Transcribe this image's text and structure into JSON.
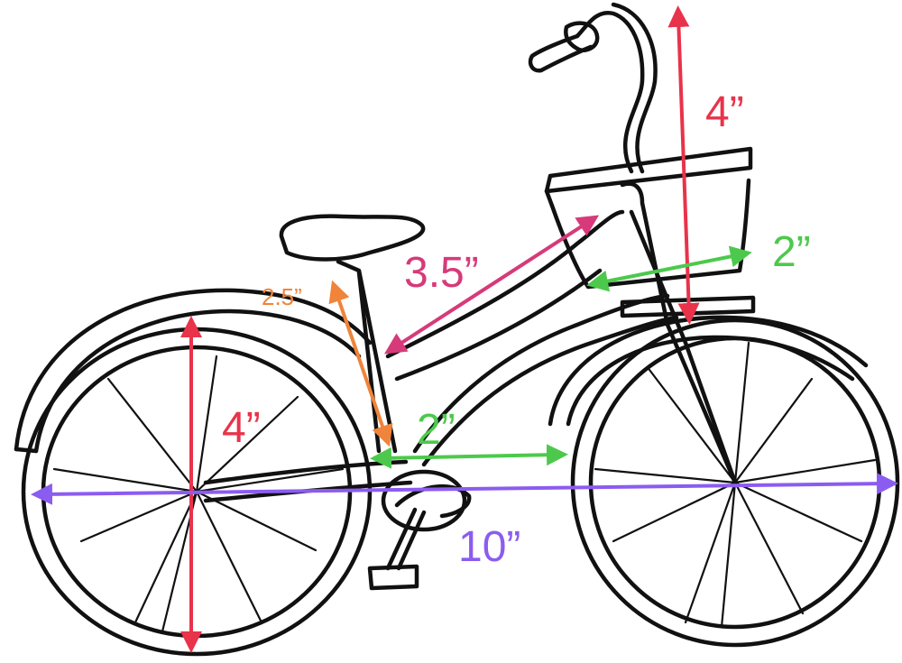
{
  "measurements": {
    "wheel_height": {
      "label": "4”",
      "color": "#e8334a"
    },
    "fork_height": {
      "label": "4”",
      "color": "#e8334a"
    },
    "top_tube": {
      "label": "3.5”",
      "color": "#d63a7a"
    },
    "seat_post": {
      "label": "2.5”",
      "color": "#f0843a"
    },
    "basket_width": {
      "label": "2”",
      "color": "#4cc94c"
    },
    "bottom_gap": {
      "label": "2”",
      "color": "#4cc94c"
    },
    "total_length": {
      "label": "10”",
      "color": "#8b5cf0"
    }
  },
  "icons": [
    "bicycle-drawing"
  ]
}
